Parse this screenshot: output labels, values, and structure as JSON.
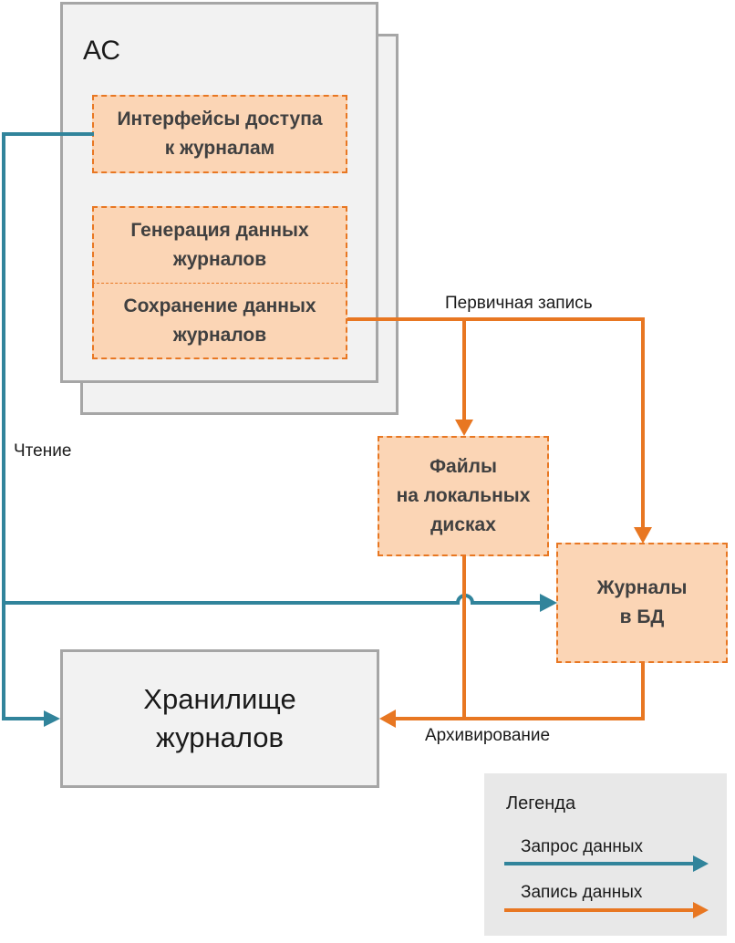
{
  "system": {
    "title": "АС",
    "access_interfaces": [
      "Интерфейсы доступа",
      "к журналам"
    ],
    "log_generation": [
      "Генерация данных",
      "журналов"
    ],
    "log_saving": [
      "Сохранение данных",
      "журналов"
    ]
  },
  "local_files": [
    "Файлы",
    "на локальных",
    "дисках"
  ],
  "db_logs": [
    "Журналы",
    "в БД"
  ],
  "storage": [
    "Хранилище",
    "журналов"
  ],
  "labels": {
    "primary_write": "Первичная запись",
    "read": "Чтение",
    "archiving": "Архивирование"
  },
  "legend": {
    "title": "Легенда",
    "request": "Запрос данных",
    "write": "Запись данных"
  },
  "colors": {
    "request": "#31849b",
    "write": "#e87722",
    "node_fill": "#fbd5b5",
    "box_fill": "#f2f2f2"
  }
}
